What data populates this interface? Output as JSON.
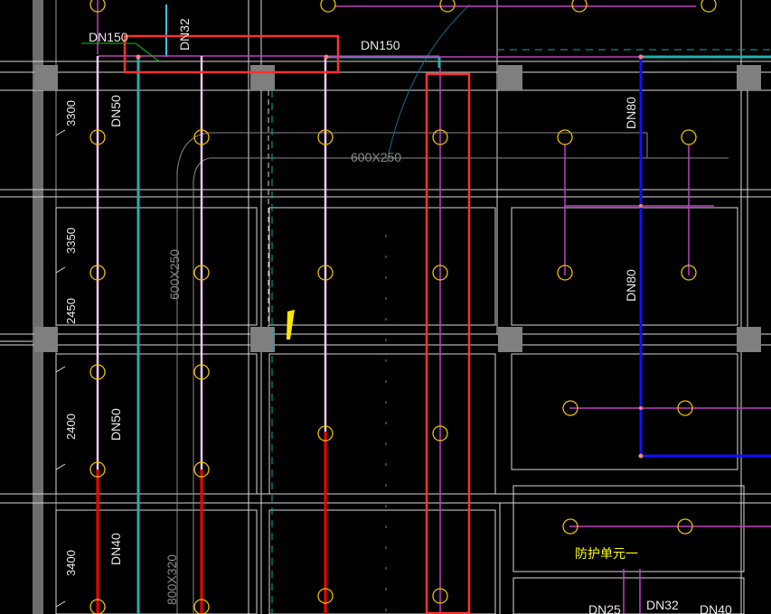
{
  "drawing": {
    "pipe_labels": {
      "dn150_left": "DN150",
      "dn32_top": "DN32",
      "dn150_mid": "DN150",
      "dn50_upper": "DN50",
      "dn50_lower": "DN50",
      "dn40": "DN40",
      "dn80_upper": "DN80",
      "dn80_lower": "DN80",
      "dn25_bottom": "DN25",
      "dn32_bottom": "DN32",
      "dn40_bottom": "DN40"
    },
    "duct_labels": {
      "horizontal": "600X250",
      "vertical": "600X250",
      "bottom": "800X320"
    },
    "dimensions": [
      "3300",
      "3350",
      "2450",
      "2400",
      "3400"
    ],
    "zone_label": "防护单元一",
    "colors": {
      "background": "#000000",
      "grid": "#d8d8d8",
      "column": "#7f7f7f",
      "magenta_pipe": "#c040c0",
      "pink_pipe": "#f0c8f0",
      "red_pipe": "#ff0000",
      "blue_pipe": "#1010ff",
      "cyan_pipe": "#20b0b0",
      "sprinkler": "#f0c000",
      "highlight": "#ff3030",
      "text": "#e8e8e8",
      "yellow_text": "#ffff00",
      "green_leader": "#00d000"
    }
  }
}
